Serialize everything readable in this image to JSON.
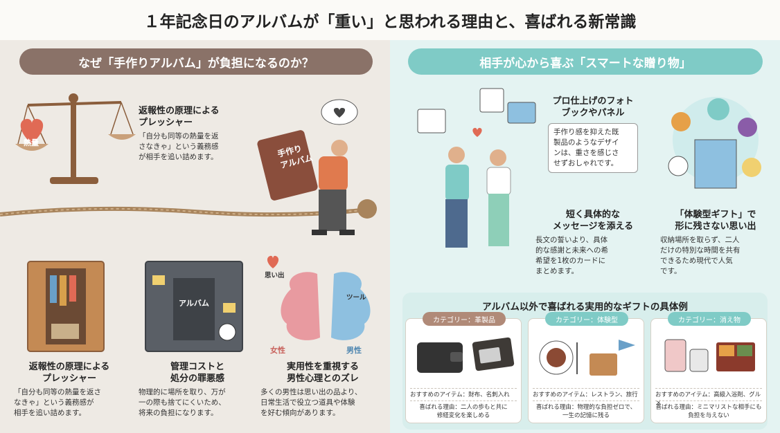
{
  "title": "１年記念日のアルバムが「重い」と思われる理由と、喜ばれる新常識",
  "left": {
    "heading": "なぜ「手作りアルバム」が負担になるのか？",
    "scale_label": "熱量",
    "book_label": "手作り\nアルバム",
    "top_block": {
      "title": "返報性の原理による\nプレッシャー",
      "body": "「自分も同等の熱量を返\nさなきゃ」という義務感\nが相手を追い詰めます。"
    },
    "col1": {
      "title": "返報性の原理による\nプレッシャー",
      "body": "「自分も同等の熱量を返さ\nなきゃ」という義務感が\n相手を追い詰めます。"
    },
    "col2": {
      "album_label": "アルバム",
      "title": "管理コストと\n処分の罪悪感",
      "body": "物理的に場所を取り、万が\n一の際も捨てにくいため、\n将来の負担になります。"
    },
    "col3": {
      "memory_label": "思い出",
      "tool_label": "ツール",
      "female_label": "女性",
      "male_label": "男性",
      "title": "実用性を重視する\n男性心理とのズレ",
      "body": "多くの男性は思い出の品より、\n日常生活で役立つ道具や体験\nを好む傾向があります。"
    }
  },
  "right": {
    "heading": "相手が心から喜ぶ「スマートな贈り物」",
    "photo_book": {
      "title": "プロ仕上げのフォト\nブックやパネル",
      "body": "手作り感を抑えた既\n製品のようなデザイ\nンは、重さを感じさ\nせずおしゃれです。"
    },
    "message": {
      "title": "短く具体的な\nメッセージを添える",
      "body": "長文の誓いより、具体\n的な感謝と未来への希\n希望を1枚のカードに\nまとめます。"
    },
    "experience": {
      "title": "「体験型ギフト」で\n形に残さない思い出",
      "body": "収納場所を取らず、二人\nだけの特別な時間を共有\nできるため現代で人気\nです。"
    },
    "examples_title": "アルバム以外で喜ばれる実用的なギフトの具体例",
    "cards": [
      {
        "category": "カテゴリー：革製品",
        "recommend": "おすすめのアイテム：財布、名刺入れ",
        "reason": "喜ばれる理由：二人の歩もと共に\n修経変化を楽しめる",
        "color": "#b08a78"
      },
      {
        "category": "カテゴリー：体験型",
        "recommend": "おすすめのアイテム：レストラン、旅行",
        "reason": "喜ばれる理由：物理的な負担ゼロで、\n一生の記憶に残る",
        "color": "#7fcbc6"
      },
      {
        "category": "カテゴリー：消え物",
        "recommend": "おすすめのアイテム：高級入浴剤、グルメ",
        "reason": "喜ばれる理由：ミニマリストな相手にも\n負担を与えない",
        "color": "#7fcbc6"
      }
    ]
  },
  "colors": {
    "accent_brown": "#8a7268",
    "accent_teal": "#7fcbc6",
    "heart": "#e06a55"
  }
}
